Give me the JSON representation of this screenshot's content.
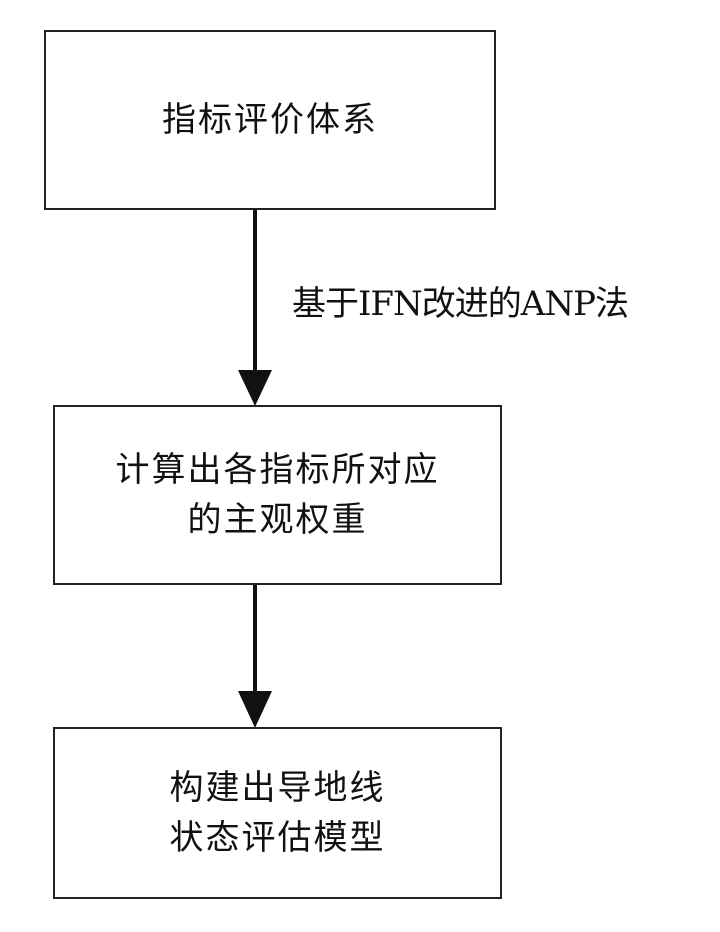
{
  "nodes": [
    {
      "id": "step1",
      "text": "指标评价体系"
    },
    {
      "id": "step2",
      "text": "计算出各指标所对应\n的主观权重"
    },
    {
      "id": "step3",
      "text": "构建出导地线\n状态评估模型"
    }
  ],
  "edges": [
    {
      "from": "step1",
      "to": "step2",
      "label": "基于IFN改进的ANP法"
    },
    {
      "from": "step2",
      "to": "step3",
      "label": ""
    }
  ],
  "colors": {
    "line": "#111111",
    "box_border": "#222222",
    "background": "#ffffff"
  }
}
